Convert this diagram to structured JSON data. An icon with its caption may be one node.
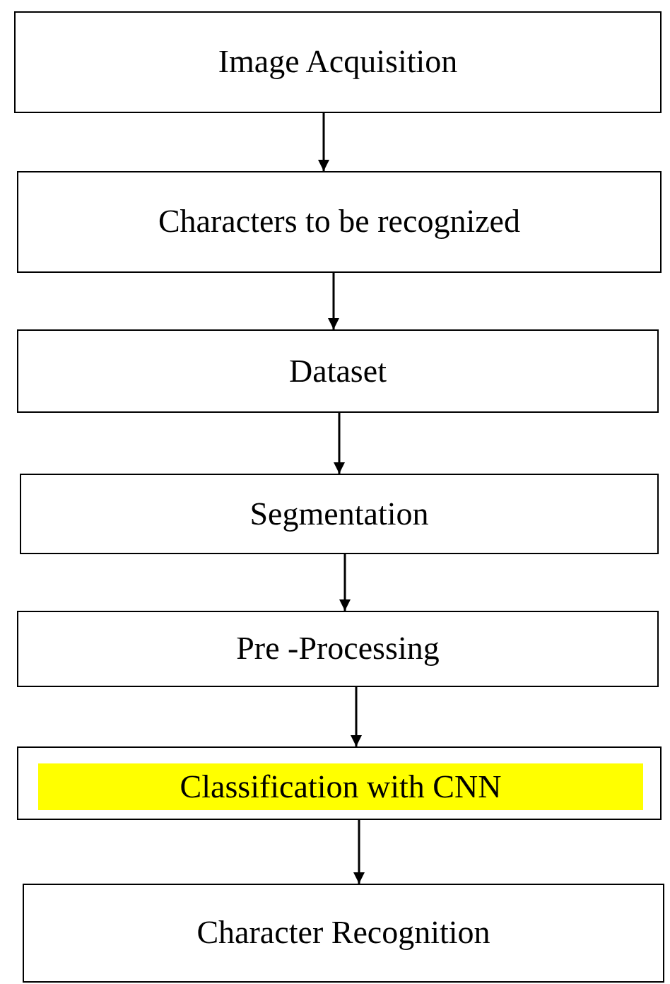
{
  "diagram": {
    "nodes": [
      {
        "text": [
          "Image Acquisition"
        ]
      },
      {
        "text": [
          "Characters to be recognized"
        ]
      },
      {
        "text": [
          "Dataset"
        ]
      },
      {
        "text": [
          "Segmentation"
        ]
      },
      {
        "text": [
          "Pre -Processing"
        ]
      },
      {
        "text": [
          "Classification with CNN"
        ]
      },
      {
        "text": [
          "Character Recognition"
        ]
      }
    ],
    "edges": [
      {
        "from": 0,
        "to": 1,
        "arrow": "to"
      },
      {
        "from": 1,
        "to": 2,
        "arrow": "to"
      },
      {
        "from": 2,
        "to": 3,
        "arrow": "to"
      },
      {
        "from": 3,
        "to": 4,
        "arrow": "to"
      },
      {
        "from": 4,
        "to": 5,
        "arrow": "to"
      },
      {
        "from": 5,
        "to": 6,
        "arrow": "to"
      }
    ]
  }
}
